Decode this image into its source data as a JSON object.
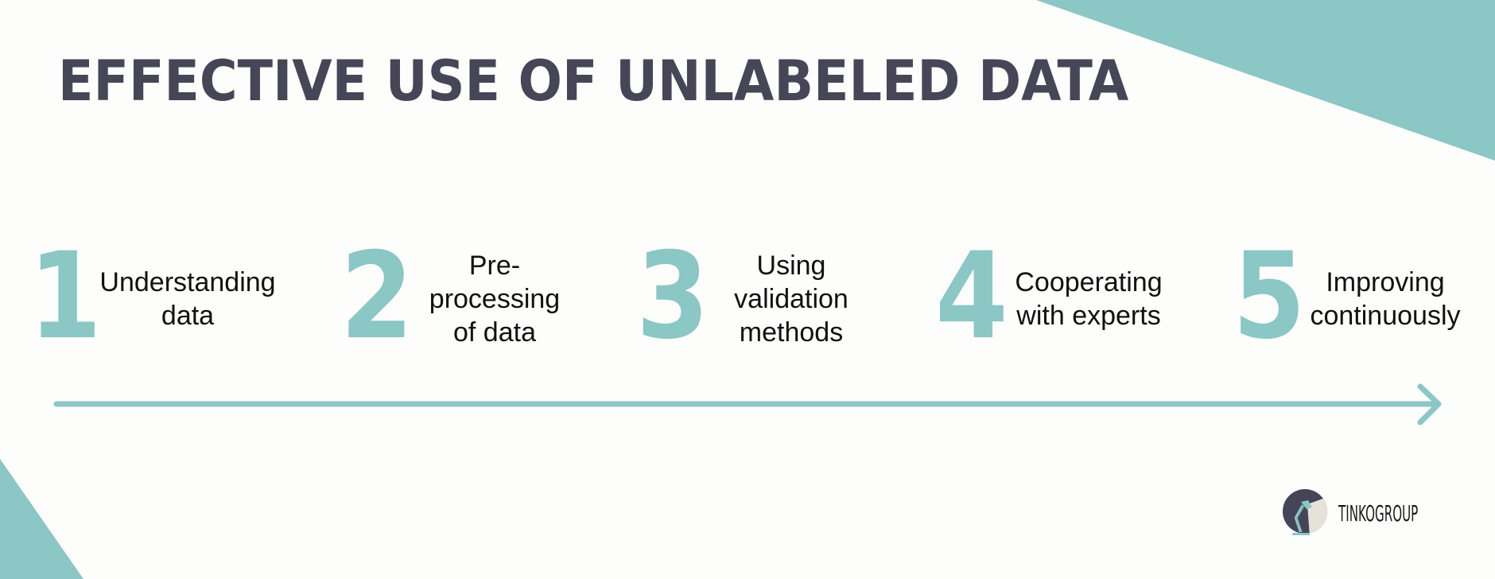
{
  "slide": {
    "title": "EFFECTIVE USE OF UNLABELED DATA",
    "colors": {
      "accent": "#8ac7c5",
      "title": "#464657",
      "text": "#111111",
      "background": "#fdfdfc",
      "logo_dark": "#454558",
      "logo_light": "#e6e2da"
    },
    "steps": [
      {
        "number": "1",
        "lines": [
          "Understanding",
          "data"
        ]
      },
      {
        "number": "2",
        "lines": [
          "Pre-",
          "processing",
          "of data"
        ]
      },
      {
        "number": "3",
        "lines": [
          "Using",
          "validation",
          "methods"
        ]
      },
      {
        "number": "4",
        "lines": [
          "Cooperating",
          "with experts"
        ]
      },
      {
        "number": "5",
        "lines": [
          "Improving",
          "continuously"
        ]
      }
    ],
    "timeline": {
      "icon": "arrow-right-icon"
    },
    "logo": {
      "text": "TINKOGROUP",
      "icon": "desk-lamp-icon"
    }
  }
}
